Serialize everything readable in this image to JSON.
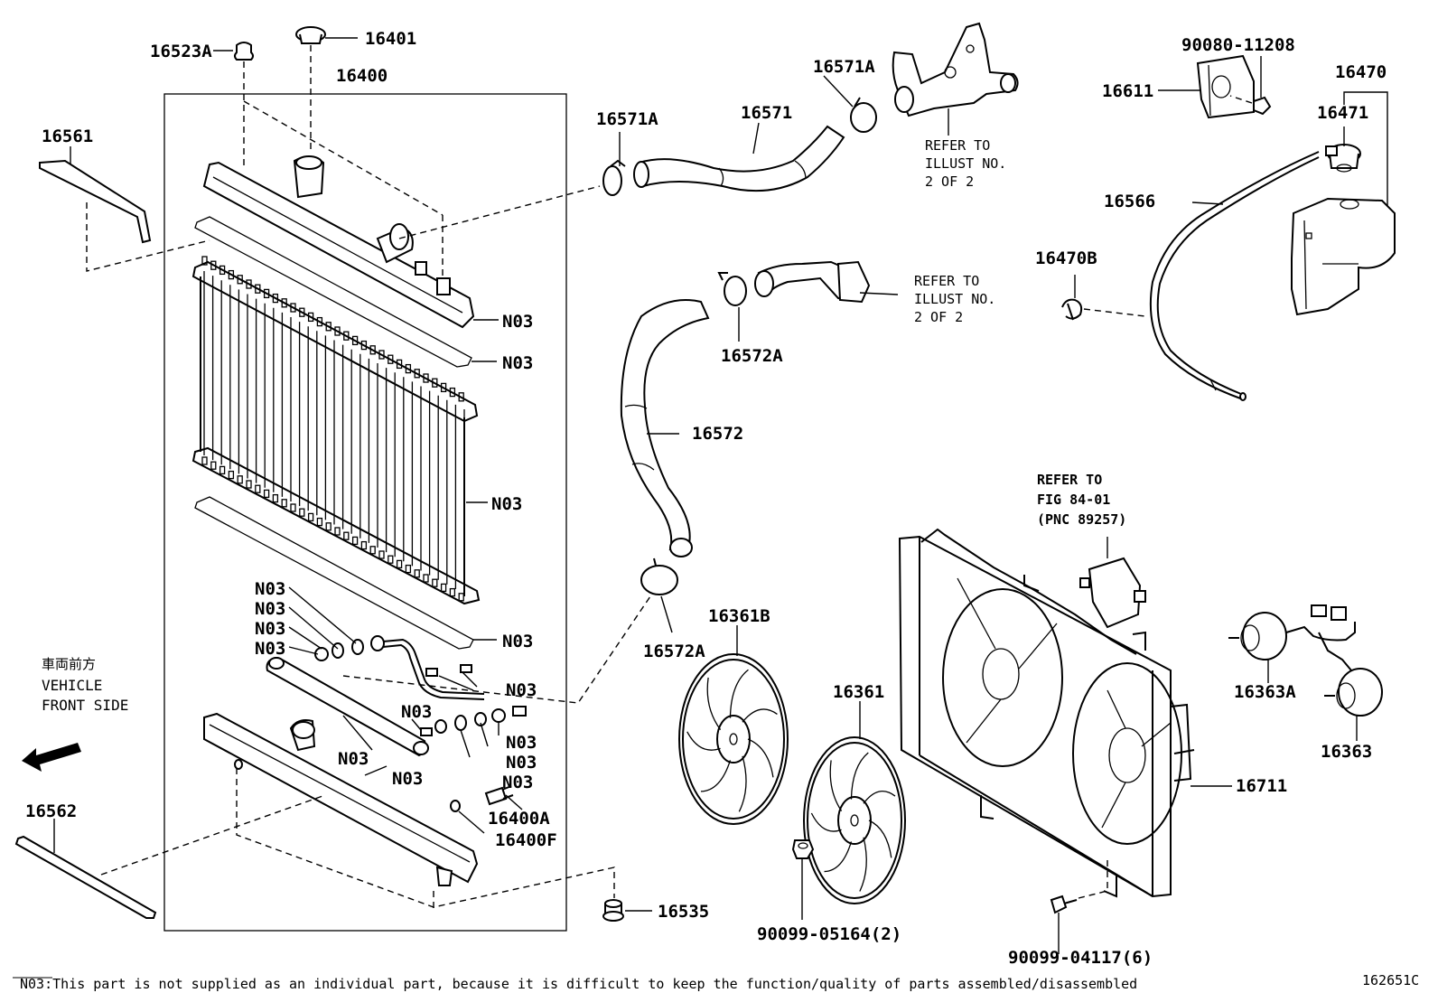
{
  "labels": {
    "p16523A": "16523A",
    "p16401": "16401",
    "p16400": "16400",
    "p16561": "16561",
    "p16562": "16562",
    "p16535": "16535",
    "p16400A": "16400A",
    "p16400F": "16400F",
    "p16571A_top": "16571A",
    "p16571A_left": "16571A",
    "p16571": "16571",
    "p16572A_top": "16572A",
    "p16572": "16572",
    "p16572A_bottom": "16572A",
    "p16361B": "16361B",
    "p16361": "16361",
    "p90099_05164": "90099-05164(2)",
    "p90099_04117": "90099-04117(6)",
    "p16711": "16711",
    "p16363A": "16363A",
    "p16363": "16363",
    "p90080_11208": "90080-11208",
    "p16611": "16611",
    "p16470": "16470",
    "p16471": "16471",
    "p16566": "16566",
    "p16470B": "16470B",
    "n03": "N03"
  },
  "refer_notes": {
    "illust1": [
      "REFER TO",
      "ILLUST NO.",
      "2 OF 2"
    ],
    "illust2": [
      "REFER TO",
      "ILLUST NO.",
      "2 OF 2"
    ],
    "fig": [
      "REFER TO",
      "FIG 84-01",
      "(PNC 89257)"
    ]
  },
  "direction": {
    "jp": "車両前方",
    "line1": "VEHICLE",
    "line2": "FRONT SIDE"
  },
  "footnote": "N03:This part is not supplied as an individual part, because it is difficult to keep the function/quality of parts assembled/disassembled",
  "figure_code": "162651C"
}
